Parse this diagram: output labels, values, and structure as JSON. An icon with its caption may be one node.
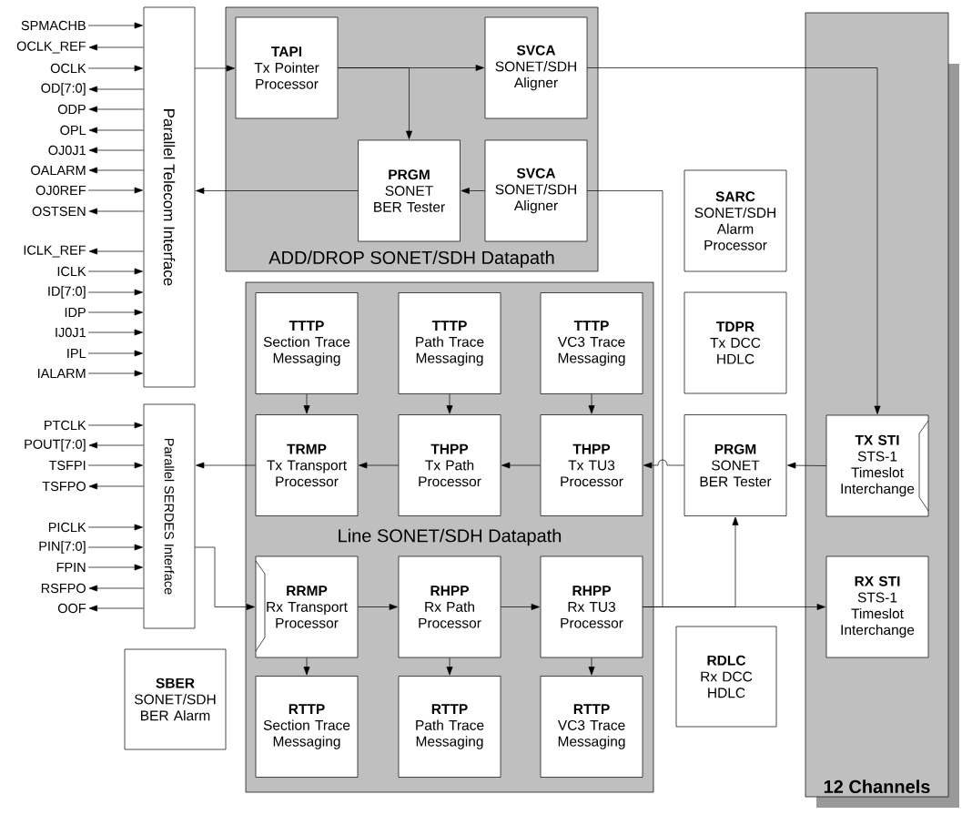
{
  "diagram": {
    "nodes": [
      {
        "text": [
          "ADD/DROP SONET/SDH Datapath"
        ]
      },
      {
        "text": [
          "TAPI",
          "Tx Pointer Processor"
        ],
        "in": 0
      },
      {
        "text": [
          "SVCA",
          "SONET/SDH Aligner"
        ],
        "in": 0
      },
      {
        "text": [
          "PRGM",
          "SONET BER Tester"
        ],
        "in": 0
      },
      {
        "text": [
          "SVCA",
          "SONET/SDH Aligner"
        ],
        "in": 0
      },
      {
        "text": [
          "Line SONET/SDH Datapath"
        ]
      },
      {
        "text": [
          "TTTP",
          "Section Trace Messaging"
        ],
        "in": 5
      },
      {
        "text": [
          "TTTP",
          "Path Trace Messaging"
        ],
        "in": 5
      },
      {
        "text": [
          "TTTP",
          "VC3 Trace Messaging"
        ],
        "in": 5
      },
      {
        "text": [
          "TRMP",
          "Tx Transport Processor"
        ],
        "in": 5
      },
      {
        "text": [
          "THPP",
          "Tx Path Processor"
        ],
        "in": 5
      },
      {
        "text": [
          "THPP",
          "Tx TU3 Processor"
        ],
        "in": 5
      },
      {
        "text": [
          "RRMP",
          "Rx Transport Processor"
        ],
        "in": 5
      },
      {
        "text": [
          "RHPP",
          "Rx Path Processor"
        ],
        "in": 5
      },
      {
        "text": [
          "RHPP",
          "Rx TU3 Processor"
        ],
        "in": 5
      },
      {
        "text": [
          "RTTP",
          "Section Trace Messaging"
        ],
        "in": 5
      },
      {
        "text": [
          "RTTP",
          "Path Trace Messaging"
        ],
        "in": 5
      },
      {
        "text": [
          "RTTP",
          "VC3 Trace Messaging"
        ],
        "in": 5
      },
      {
        "text": [
          "12 Channels"
        ]
      },
      {
        "text": [
          "TX STI",
          "STS-1 Timeslot Interchange"
        ],
        "in": 18
      },
      {
        "text": [
          "RX STI",
          "STS-1 Timeslot Interchange"
        ],
        "in": 18
      },
      {
        "text": [
          "SARC",
          "SONET/SDH Alarm Processor"
        ]
      },
      {
        "text": [
          "TDPR",
          "Tx DCC HDLC"
        ]
      },
      {
        "text": [
          "PRGM",
          "SONET BER Tester"
        ]
      },
      {
        "text": [
          "RDLC",
          "Rx DCC HDLC"
        ]
      },
      {
        "text": [
          "SBER",
          "SONET/SDH BER Alarm"
        ]
      },
      {
        "text": [
          "Parallel Telecom Interface"
        ]
      },
      {
        "text": [
          "Parallel SERDES Interface"
        ]
      },
      {
        "text": [
          "SPMACHB"
        ]
      },
      {
        "text": [
          "OCLK_REF"
        ]
      },
      {
        "text": [
          "OCLK"
        ]
      },
      {
        "text": [
          "OD[7:0]"
        ]
      },
      {
        "text": [
          "ODP"
        ]
      },
      {
        "text": [
          "OPL"
        ]
      },
      {
        "text": [
          "OJ0J1"
        ]
      },
      {
        "text": [
          "OALARM"
        ]
      },
      {
        "text": [
          "OJ0REF"
        ]
      },
      {
        "text": [
          "OSTSEN"
        ]
      },
      {
        "text": [
          "ICLK_REF"
        ]
      },
      {
        "text": [
          "ICLK"
        ]
      },
      {
        "text": [
          "ID[7:0]"
        ]
      },
      {
        "text": [
          "IDP"
        ]
      },
      {
        "text": [
          "IJ0J1"
        ]
      },
      {
        "text": [
          "IPL"
        ]
      },
      {
        "text": [
          "IALARM"
        ]
      },
      {
        "text": [
          "PTCLK"
        ]
      },
      {
        "text": [
          "POUT[7:0]"
        ]
      },
      {
        "text": [
          "TSFPI"
        ]
      },
      {
        "text": [
          "TSFPO"
        ]
      },
      {
        "text": [
          "PICLK"
        ]
      },
      {
        "text": [
          "PIN[7:0]"
        ]
      },
      {
        "text": [
          "FPIN"
        ]
      },
      {
        "text": [
          "RSFPO"
        ]
      },
      {
        "text": [
          "OOF"
        ]
      }
    ],
    "edges": [
      {
        "from": 26,
        "to": 1,
        "arrow": "to"
      },
      {
        "from": 1,
        "to": 2,
        "arrow": "to"
      },
      {
        "from": 1,
        "to": 3,
        "arrow": "to"
      },
      {
        "from": 4,
        "to": 3,
        "arrow": "to"
      },
      {
        "from": 3,
        "to": 26,
        "arrow": "to"
      },
      {
        "from": 2,
        "to": 19,
        "arrow": "to"
      },
      {
        "from": 14,
        "to": 4,
        "arrow": "none"
      },
      {
        "from": 6,
        "to": 9,
        "arrow": "to"
      },
      {
        "from": 7,
        "to": 10,
        "arrow": "to"
      },
      {
        "from": 8,
        "to": 11,
        "arrow": "to"
      },
      {
        "from": 19,
        "to": 23,
        "arrow": "to"
      },
      {
        "from": 23,
        "to": 11,
        "arrow": "to"
      },
      {
        "from": 11,
        "to": 10,
        "arrow": "to"
      },
      {
        "from": 10,
        "to": 9,
        "arrow": "to"
      },
      {
        "from": 9,
        "to": 27,
        "arrow": "to"
      },
      {
        "from": 27,
        "to": 12,
        "arrow": "to"
      },
      {
        "from": 12,
        "to": 13,
        "arrow": "to"
      },
      {
        "from": 13,
        "to": 14,
        "arrow": "to"
      },
      {
        "from": 14,
        "to": 20,
        "arrow": "to"
      },
      {
        "from": 14,
        "to": 23,
        "arrow": "to"
      },
      {
        "from": 12,
        "to": 15,
        "arrow": "to"
      },
      {
        "from": 13,
        "to": 16,
        "arrow": "to"
      },
      {
        "from": 14,
        "to": 17,
        "arrow": "to"
      },
      {
        "from": 28,
        "to": 26,
        "arrow": "to"
      },
      {
        "from": 26,
        "to": 29,
        "arrow": "to"
      },
      {
        "from": 30,
        "to": 26,
        "arrow": "to"
      },
      {
        "from": 26,
        "to": 31,
        "arrow": "to"
      },
      {
        "from": 26,
        "to": 32,
        "arrow": "to"
      },
      {
        "from": 26,
        "to": 33,
        "arrow": "to"
      },
      {
        "from": 26,
        "to": 34,
        "arrow": "to"
      },
      {
        "from": 26,
        "to": 35,
        "arrow": "to"
      },
      {
        "from": 36,
        "to": 26,
        "arrow": "to"
      },
      {
        "from": 26,
        "to": 37,
        "arrow": "to"
      },
      {
        "from": 26,
        "to": 38,
        "arrow": "to"
      },
      {
        "from": 39,
        "to": 26,
        "arrow": "to"
      },
      {
        "from": 40,
        "to": 26,
        "arrow": "to"
      },
      {
        "from": 41,
        "to": 26,
        "arrow": "to"
      },
      {
        "from": 42,
        "to": 26,
        "arrow": "to"
      },
      {
        "from": 43,
        "to": 26,
        "arrow": "to"
      },
      {
        "from": 44,
        "to": 26,
        "arrow": "to"
      },
      {
        "from": 45,
        "to": 27,
        "arrow": "to"
      },
      {
        "from": 27,
        "to": 46,
        "arrow": "to"
      },
      {
        "from": 47,
        "to": 27,
        "arrow": "to"
      },
      {
        "from": 27,
        "to": 48,
        "arrow": "to"
      },
      {
        "from": 49,
        "to": 27,
        "arrow": "to"
      },
      {
        "from": 50,
        "to": 27,
        "arrow": "to"
      },
      {
        "from": 51,
        "to": 27,
        "arrow": "to"
      },
      {
        "from": 27,
        "to": 52,
        "arrow": "to"
      },
      {
        "from": 27,
        "to": 53,
        "arrow": "to"
      }
    ]
  }
}
